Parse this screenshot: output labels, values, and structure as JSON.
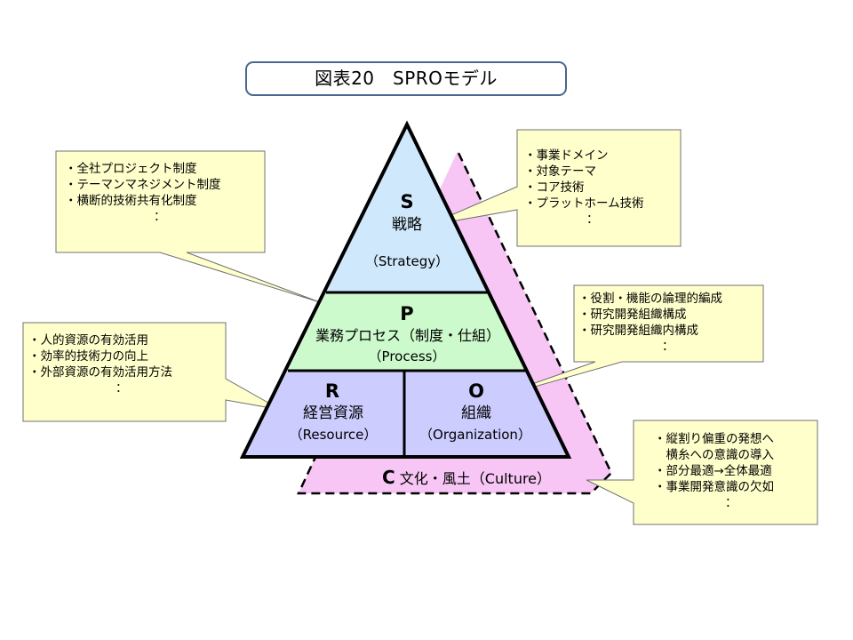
{
  "title": "図表20　SPROモデル",
  "colors": {
    "strategy": "#cfe8fb",
    "process": "#ccfacc",
    "resource": "#ccccff",
    "culture": "#f7c6f5",
    "note_fill": "#ffffcc"
  },
  "pyramid": {
    "strategy": {
      "letter": "S",
      "name": "戦略",
      "en": "（Strategy）"
    },
    "process": {
      "letter": "P",
      "name": "業務プロセス（制度・仕組）",
      "en": "（Process）"
    },
    "resource": {
      "letter": "R",
      "name": "経営資源",
      "en": "（Resource）"
    },
    "organization": {
      "letter": "O",
      "name": "組織",
      "en": "（Organization）"
    },
    "culture": {
      "letter": "C",
      "name": "文化・風土（Culture）"
    }
  },
  "notes": {
    "strategy_left": [
      "全社プロジェクト制度",
      "テーマンマネジメント制度",
      "横断的技術共有化制度",
      "："
    ],
    "strategy_right": [
      "事業ドメイン",
      "対象テーマ",
      "コア技術",
      "プラットホーム技術",
      "："
    ],
    "resource": [
      "人的資源の有効活用",
      "効率的技術力の向上",
      "外部資源の有効活用方法",
      "："
    ],
    "organization": [
      "役割・機能の論理的編成",
      "研究開発組織構成",
      "研究開発組織内構成",
      "："
    ],
    "culture": [
      "縦割り偏重の発想へ",
      "横糸への意識の導入",
      "部分最適→全体最適",
      "事業開発意識の欠如",
      "："
    ]
  }
}
